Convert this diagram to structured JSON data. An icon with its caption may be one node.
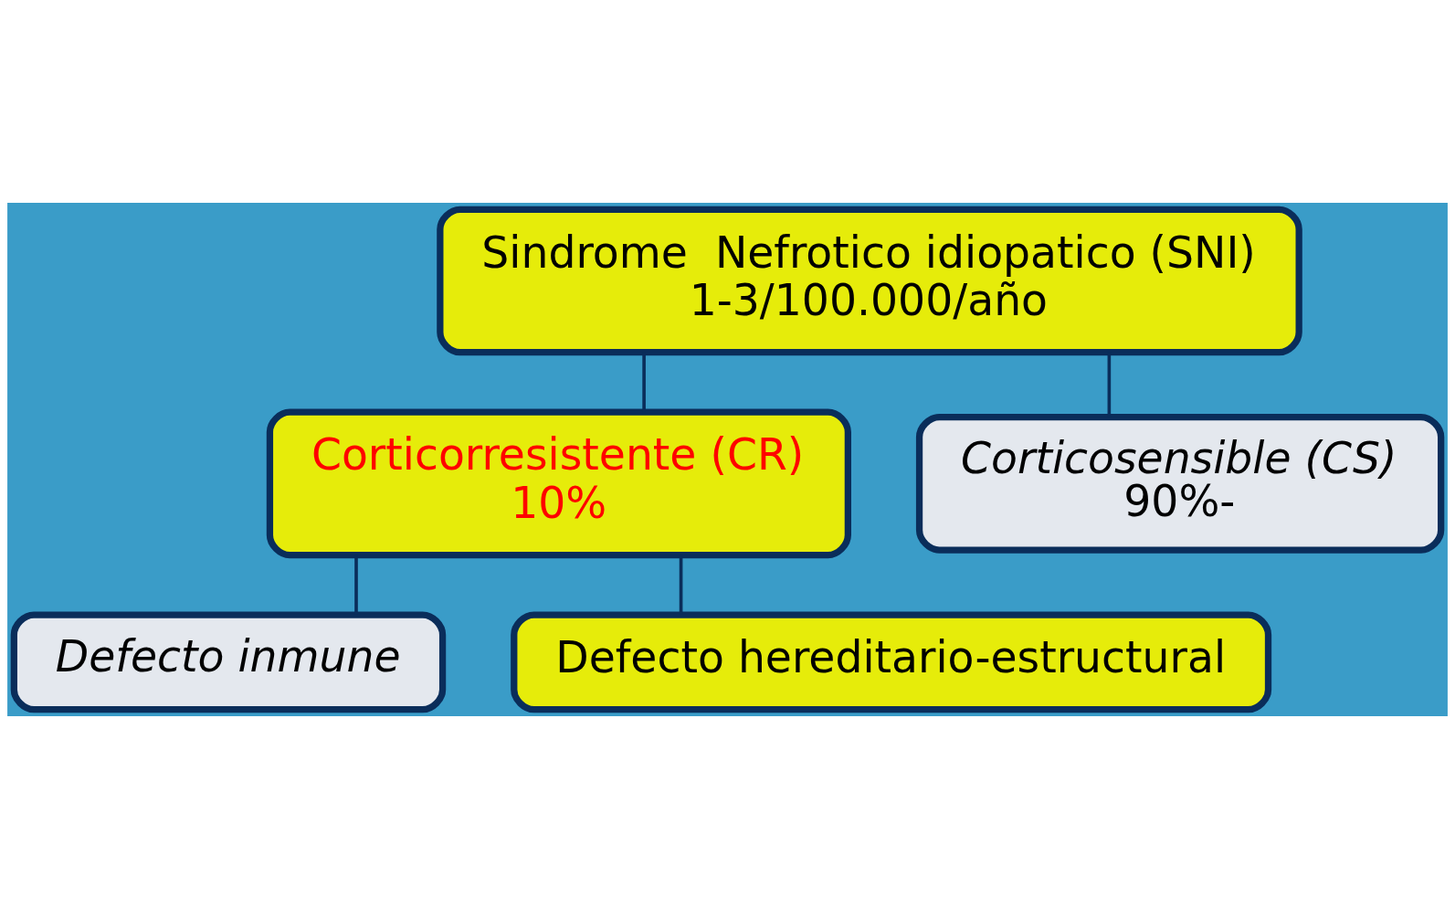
{
  "diagram": {
    "nodes": [
      {
        "text": [
          "Sindrome  Nefrotico idiopatico (SNI)",
          "1-3/100.000/año"
        ]
      },
      {
        "text": [
          "Corticorresistente (CR)",
          "10%"
        ]
      },
      {
        "text": [
          "Corticosensible (CS)",
          "90%-"
        ]
      },
      {
        "text": [
          "Defecto inmune"
        ]
      },
      {
        "text": [
          "Defecto hereditario-estructural"
        ]
      }
    ],
    "edges": [
      {
        "from": 0,
        "to": 1,
        "arrow": "none"
      },
      {
        "from": 0,
        "to": 2,
        "arrow": "none"
      },
      {
        "from": 1,
        "to": 3,
        "arrow": "none"
      },
      {
        "from": 1,
        "to": 4,
        "arrow": "none"
      }
    ]
  }
}
